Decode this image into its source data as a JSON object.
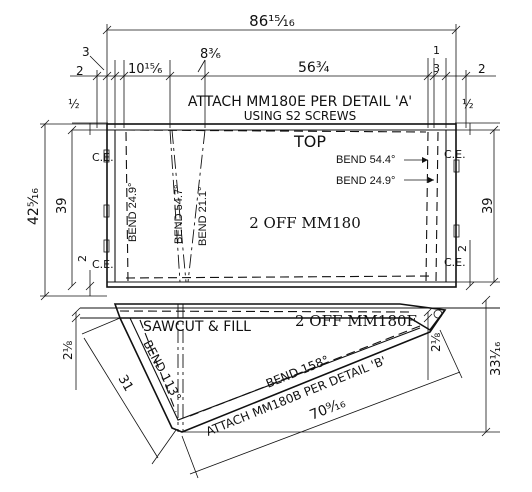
{
  "dimensions": {
    "overall_width": "86¹⁵⁄₁₆",
    "left_3": "3",
    "left_2": "2",
    "left_1015": "10¹⁵⁄₆",
    "left_83": "8³⁄₆",
    "mid_563": "56¾",
    "right_1": "1",
    "right_3": "3",
    "right_2": "2",
    "left_half": "½",
    "right_half": "½",
    "overall_height": "42⁵⁄₁₆",
    "left_39": "39",
    "right_39": "39",
    "left_2_low": "2",
    "right_2_low": "2",
    "lower_left_21": "2⅛",
    "lower_right_21": "2⅛",
    "lower_right_33": "33¹⁄₁₆",
    "lower_31": "31",
    "lower_709": "70⁹⁄₁₆"
  },
  "top_view": {
    "attach_note": "ATTACH MM180E PER DETAIL 'A'",
    "screws_note": "USING S2 SCREWS",
    "top_label": "TOP",
    "ce_top_left": "C.E.",
    "ce_top_right": "C.E.",
    "ce_bottom_left": "C.E.",
    "ce_bottom_right": "C.E.",
    "bend_544": "BEND 54.4°",
    "bend_249_right": "BEND 24.9°",
    "bend_249_vertical": "BEND 24.9°",
    "bend_547_vertical": "BEND 54.7°",
    "bend_211_vertical": "BEND 21.1°",
    "part_label": "2 OFF MM180"
  },
  "lower_view": {
    "saw_note": "SAWCUT & FILL",
    "part_label": "2 OFF MM180F",
    "bend_113": "BEND 113°",
    "bend_158": "BEND 158°",
    "attach_note": "ATTACH MM180B PER DETAIL 'B'"
  }
}
